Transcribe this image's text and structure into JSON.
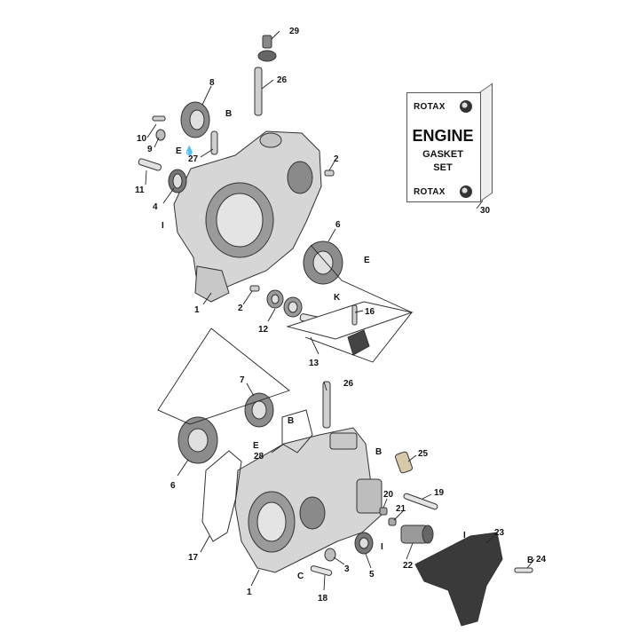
{
  "callouts": {
    "c1a": "1",
    "c1b": "1",
    "c2a": "2",
    "c2b": "2",
    "c3": "3",
    "c4": "4",
    "c5": "5",
    "c6a": "6",
    "c6b": "6",
    "c7": "7",
    "c8": "8",
    "c9": "9",
    "c10": "10",
    "c11": "11",
    "c12": "12",
    "c13": "13",
    "c16": "16",
    "c17": "17",
    "c18": "18",
    "c19": "19",
    "c20": "20",
    "c21": "21",
    "c22": "22",
    "c23": "23",
    "c24": "24",
    "c25": "25",
    "c26a": "26",
    "c26b": "26",
    "c27": "27",
    "c28": "28",
    "c29": "29",
    "c30": "30"
  },
  "lube_marks": {
    "E1": "E",
    "E2": "E",
    "E3": "E",
    "I1": "I",
    "I2": "I",
    "I3": "I",
    "B1": "B",
    "B2": "B",
    "B3": "B",
    "B4": "B",
    "K1": "K",
    "C1": "C"
  },
  "gasket_set": {
    "brand_top": "ROTAX",
    "title": "ENGINE",
    "subtitle_1": "GASKET",
    "subtitle_2": "SET",
    "brand_bottom": "ROTAX"
  },
  "colors": {
    "part_fill": "#d2d2d2",
    "part_dark": "#6e6e6e",
    "cover": "#3a3a3a"
  }
}
